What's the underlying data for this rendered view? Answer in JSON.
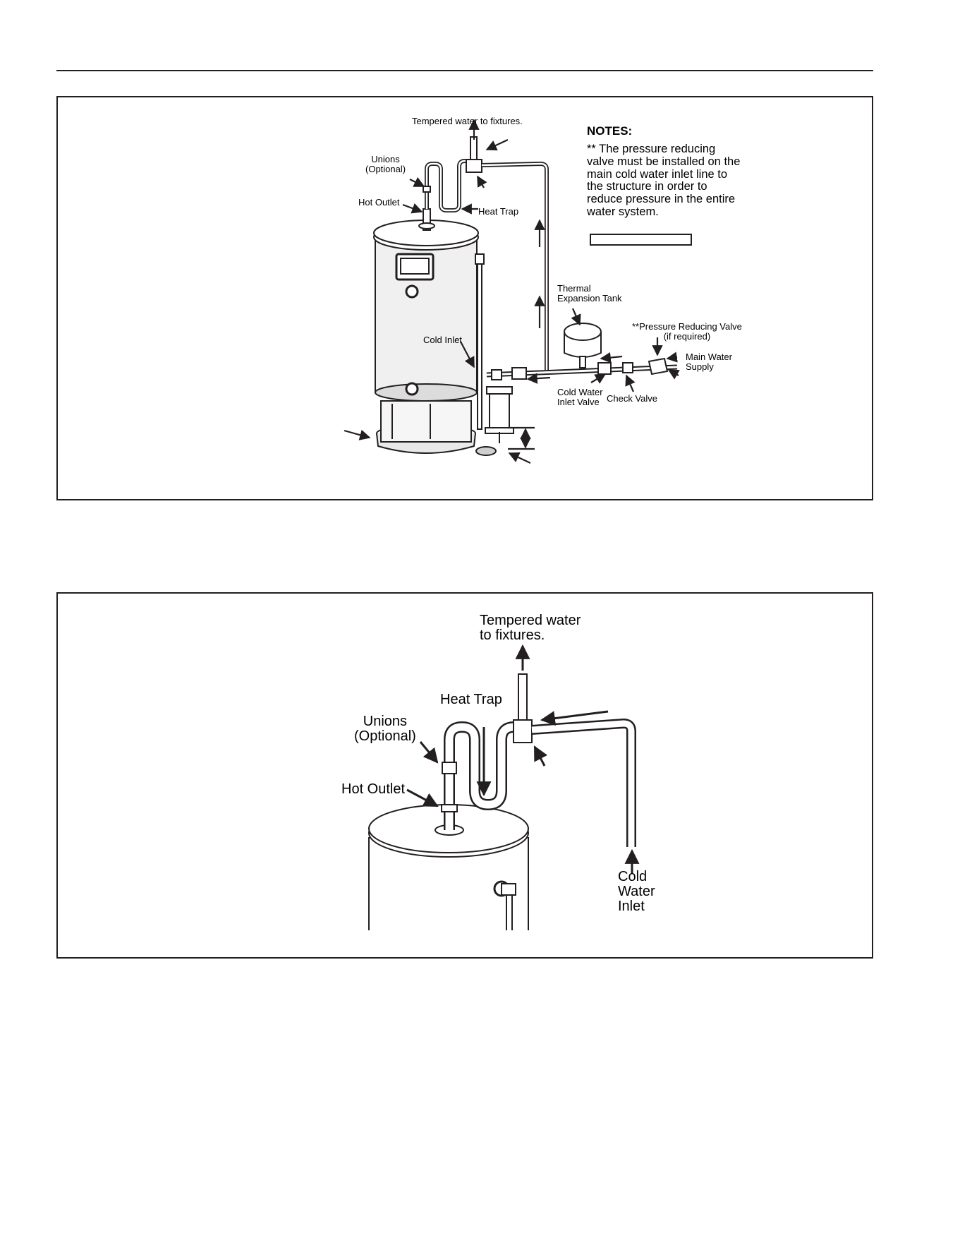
{
  "diagram1": {
    "labels": {
      "tempered": "Tempered water to fixtures.",
      "unions": "Unions\n(Optional)",
      "hot_outlet": "Hot Outlet",
      "heat_trap": "Heat Trap",
      "cold_inlet": "Cold Inlet",
      "thermal_tank": "Thermal\nExpansion Tank",
      "prv": "**Pressure Reducing Valve\n(if required)",
      "main_supply": "Main Water\nSupply",
      "cold_water_inlet_valve": "Cold Water\nInlet Valve",
      "check_valve": "Check Valve"
    },
    "notes": {
      "title": "NOTES:",
      "text": "** The pressure reducing valve must be installed on the main cold water inlet line to the structure in order to reduce pressure in the entire water system."
    }
  },
  "diagram2": {
    "labels": {
      "tempered": "Tempered water\nto fixtures.",
      "heat_trap": "Heat Trap",
      "unions": "Unions\n(Optional)",
      "hot_outlet": "Hot Outlet",
      "cold_water_inlet": "Cold\nWater\nInlet"
    }
  }
}
